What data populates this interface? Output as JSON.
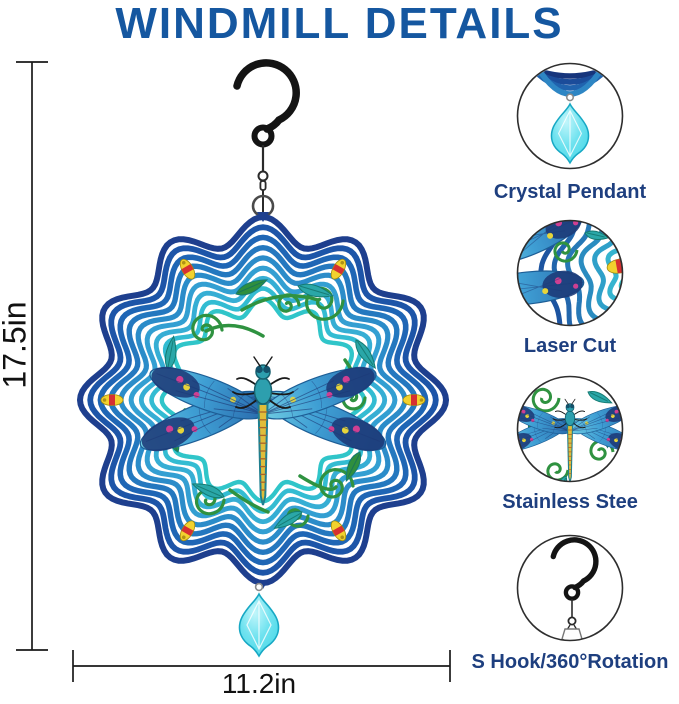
{
  "title": "WINDMILL DETAILS",
  "title_color": "#1557a0",
  "dimensions": {
    "height": "17.5in",
    "width": "11.2in"
  },
  "callouts": [
    {
      "label": "Crystal Pendant",
      "icon": "crystal-pendant-icon"
    },
    {
      "label": "Laser Cut",
      "icon": "laser-cut-rings-icon"
    },
    {
      "label": "Stainless Stee",
      "icon": "stainless-steel-dragonfly-icon"
    },
    {
      "label": "S Hook/360°Rotation",
      "icon": "s-hook-icon"
    }
  ],
  "colors": {
    "title_text": "#1557a0",
    "label_text": "#1e3f7f",
    "dimension_text": "#111111",
    "line_black": "#1a1a1a",
    "ring_colors": [
      "#1e3f8e",
      "#1d55a8",
      "#1f66b5",
      "#2478bf",
      "#2b8cc9",
      "#339fd2",
      "#36aed4",
      "#33bcd2",
      "#30c5c9"
    ],
    "chevron_colors": [
      "#16357c",
      "#1b4c9a",
      "#2063ae",
      "#2e86c4"
    ],
    "laser_ring_colors": [
      "#38c4cc",
      "#35b4cf",
      "#2fa0c9",
      "#2a8cc0",
      "#2678b6",
      "#2266ac",
      "#1d54a0"
    ],
    "accent_yellow": "#f2d22e",
    "accent_red": "#d63031",
    "vine_green": "#2f9240",
    "leaf_teal": "#2aa7a8",
    "leaf_green": "#2f8f3e",
    "wing_navy": "#1d3a78",
    "spot_magenta": "#cf3f92",
    "spot_yellow": "#e8d53a",
    "body_teal": "#2d9fae",
    "abdomen_yellow": "#e0bd3a",
    "crystal_cyan": "#3fd6e6",
    "crystal_edge": "#17a8c4",
    "hook_black": "#141414",
    "metal_gray": "#4a4a4a"
  }
}
